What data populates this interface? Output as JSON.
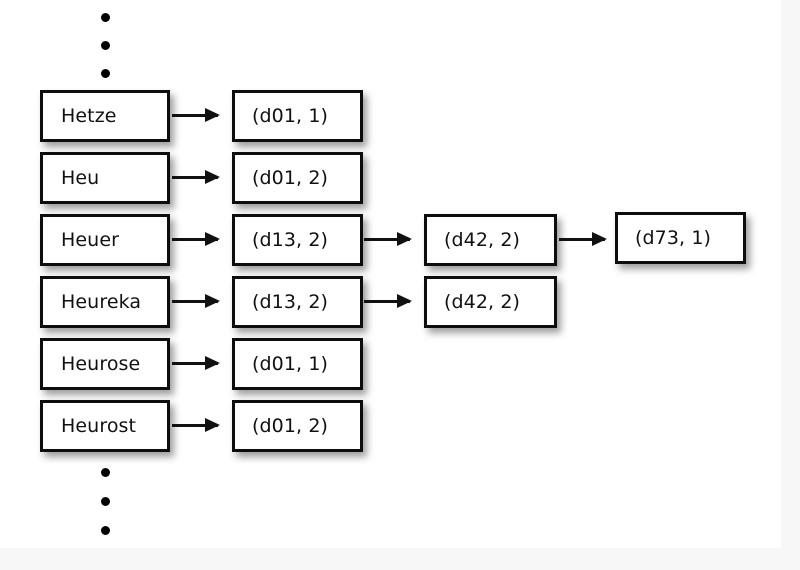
{
  "diagram": {
    "type": "node-link-diagram",
    "background_color": "#f7f7f7",
    "canvas_color": "#ffffff",
    "node_border_color": "#0d0d0d",
    "text_color": "#111111",
    "ellipsis_top": [
      "dot",
      "dot",
      "dot"
    ],
    "ellipsis_bottom": [
      "dot",
      "dot",
      "dot"
    ],
    "terms": [
      {
        "label": "Hetze"
      },
      {
        "label": "Heu"
      },
      {
        "label": "Heuer"
      },
      {
        "label": "Heureka"
      },
      {
        "label": "Heurose"
      },
      {
        "label": "Heurost"
      }
    ],
    "postings_first": [
      {
        "label": "(d01, 1)"
      },
      {
        "label": "(d01, 2)"
      },
      {
        "label": "(d13, 2)"
      },
      {
        "label": "(d13, 2)"
      },
      {
        "label": "(d01, 1)"
      },
      {
        "label": "(d01, 2)"
      }
    ],
    "postings_second": [
      {
        "label": "(d42, 2)"
      },
      {
        "label": "(d42, 2)"
      }
    ],
    "postings_third": [
      {
        "label": "(d73, 1)"
      }
    ]
  }
}
